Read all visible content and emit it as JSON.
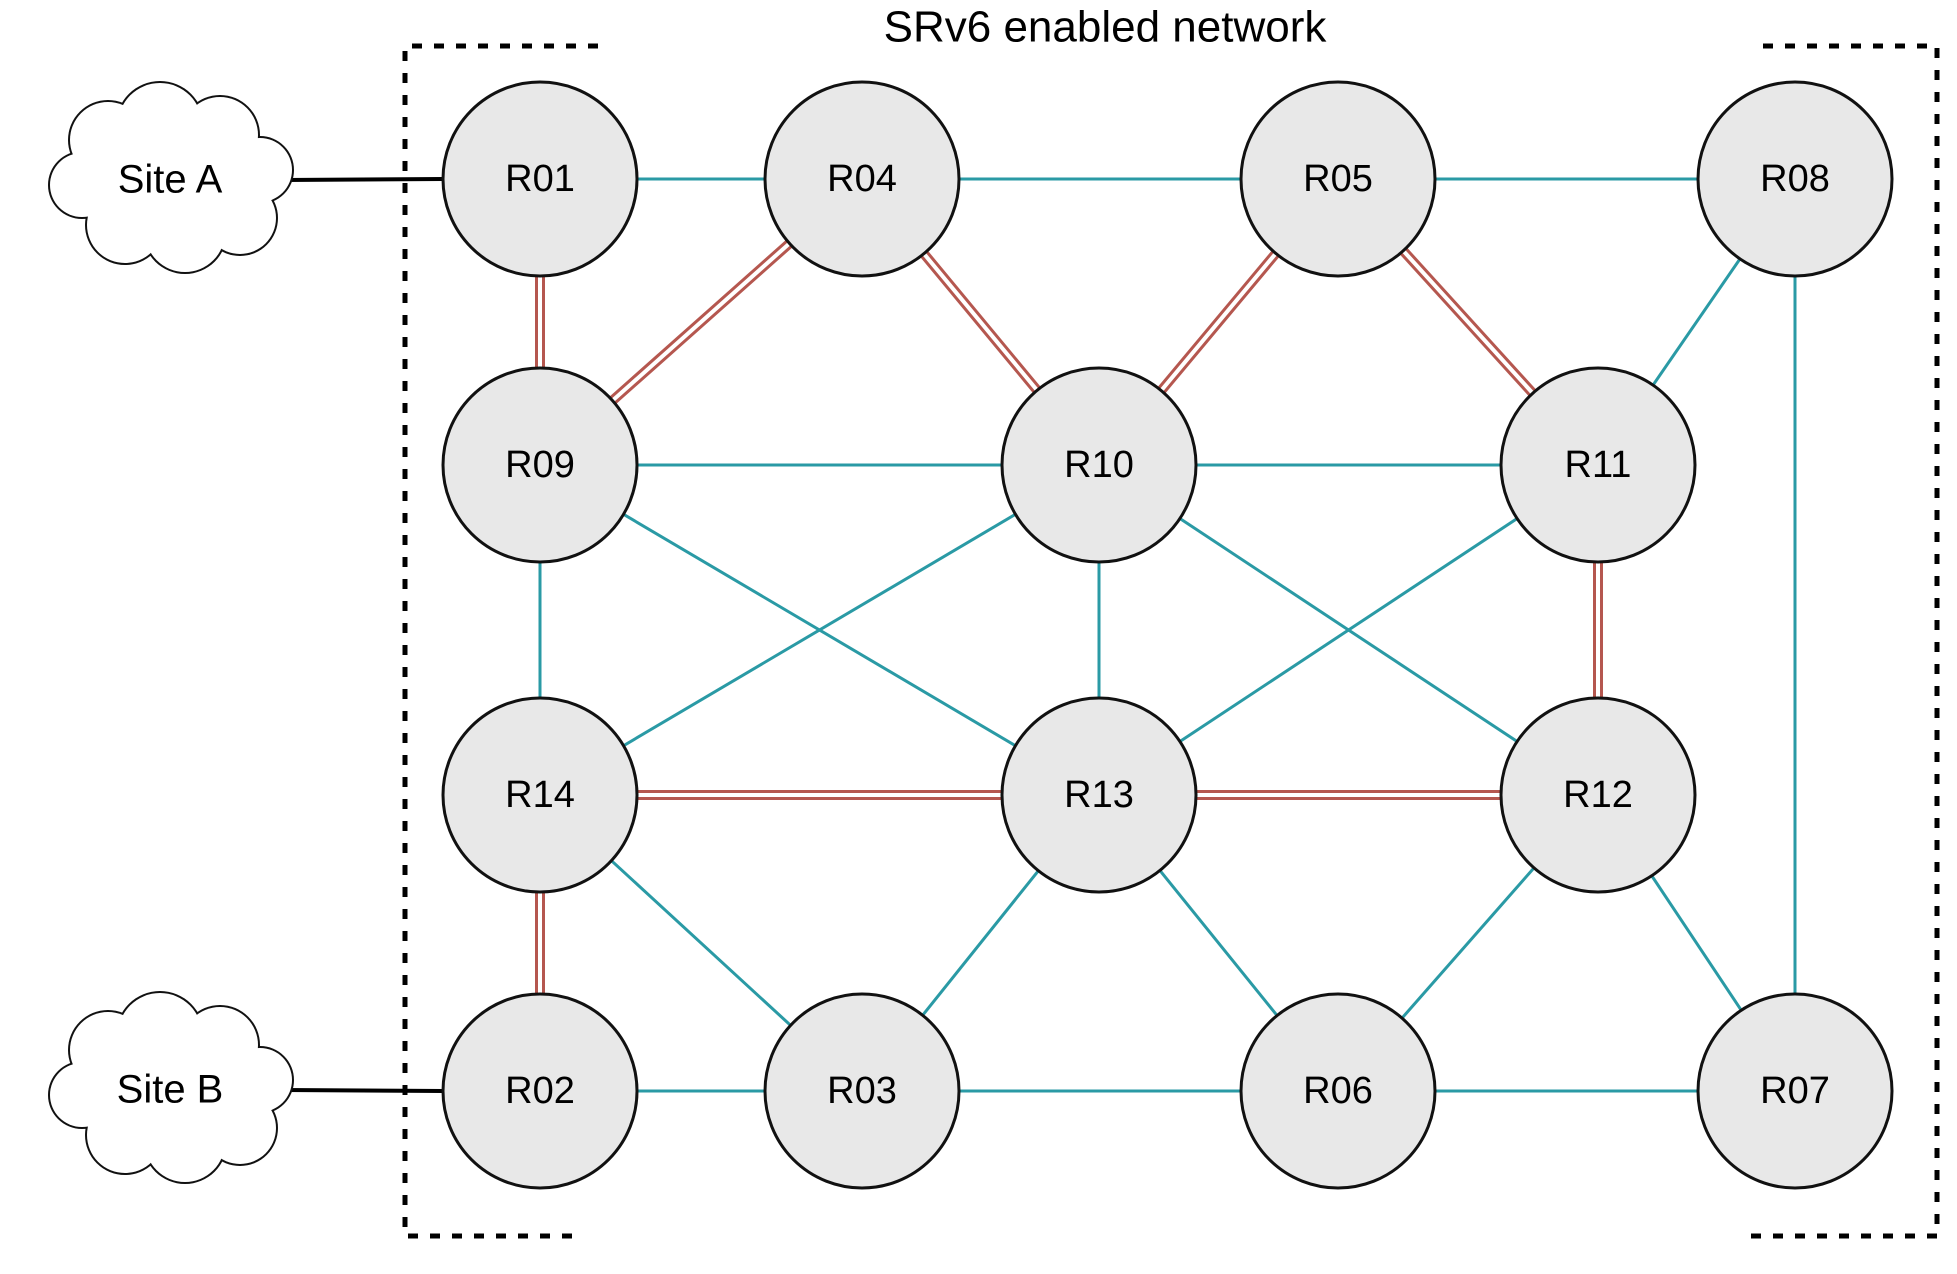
{
  "title": "SRv6 enabled network",
  "colors": {
    "link": "#2a9aa5",
    "preferred_link": "#b5574f",
    "node_fill": "#e8e8e8",
    "node_stroke": "#111111",
    "access_link": "#000000"
  },
  "sites": [
    {
      "id": "siteA",
      "label": "Site A"
    },
    {
      "id": "siteB",
      "label": "Site B"
    }
  ],
  "routers": [
    {
      "id": "R01",
      "label": "R01"
    },
    {
      "id": "R04",
      "label": "R04"
    },
    {
      "id": "R05",
      "label": "R05"
    },
    {
      "id": "R08",
      "label": "R08"
    },
    {
      "id": "R09",
      "label": "R09"
    },
    {
      "id": "R10",
      "label": "R10"
    },
    {
      "id": "R11",
      "label": "R11"
    },
    {
      "id": "R14",
      "label": "R14"
    },
    {
      "id": "R13",
      "label": "R13"
    },
    {
      "id": "R12",
      "label": "R12"
    },
    {
      "id": "R02",
      "label": "R02"
    },
    {
      "id": "R03",
      "label": "R03"
    },
    {
      "id": "R06",
      "label": "R06"
    },
    {
      "id": "R07",
      "label": "R07"
    }
  ],
  "access_links": [
    {
      "site": "siteA",
      "router": "R01"
    },
    {
      "site": "siteB",
      "router": "R02"
    }
  ],
  "links": [
    {
      "a": "R01",
      "b": "R04",
      "style": "teal"
    },
    {
      "a": "R04",
      "b": "R05",
      "style": "teal"
    },
    {
      "a": "R05",
      "b": "R08",
      "style": "teal"
    },
    {
      "a": "R01",
      "b": "R09",
      "style": "red-double"
    },
    {
      "a": "R04",
      "b": "R09",
      "style": "red-double"
    },
    {
      "a": "R04",
      "b": "R10",
      "style": "red-double"
    },
    {
      "a": "R05",
      "b": "R10",
      "style": "red-double"
    },
    {
      "a": "R05",
      "b": "R11",
      "style": "red-double"
    },
    {
      "a": "R08",
      "b": "R11",
      "style": "teal"
    },
    {
      "a": "R08",
      "b": "R07",
      "style": "teal"
    },
    {
      "a": "R09",
      "b": "R10",
      "style": "teal"
    },
    {
      "a": "R10",
      "b": "R11",
      "style": "teal"
    },
    {
      "a": "R09",
      "b": "R14",
      "style": "teal"
    },
    {
      "a": "R09",
      "b": "R13",
      "style": "teal"
    },
    {
      "a": "R10",
      "b": "R14",
      "style": "teal"
    },
    {
      "a": "R10",
      "b": "R13",
      "style": "teal"
    },
    {
      "a": "R10",
      "b": "R12",
      "style": "teal"
    },
    {
      "a": "R11",
      "b": "R13",
      "style": "teal"
    },
    {
      "a": "R11",
      "b": "R12",
      "style": "red-double"
    },
    {
      "a": "R14",
      "b": "R13",
      "style": "red-double"
    },
    {
      "a": "R13",
      "b": "R12",
      "style": "red-double"
    },
    {
      "a": "R14",
      "b": "R02",
      "style": "red-double"
    },
    {
      "a": "R14",
      "b": "R03",
      "style": "teal"
    },
    {
      "a": "R13",
      "b": "R03",
      "style": "teal"
    },
    {
      "a": "R13",
      "b": "R06",
      "style": "teal"
    },
    {
      "a": "R12",
      "b": "R06",
      "style": "teal"
    },
    {
      "a": "R12",
      "b": "R07",
      "style": "teal"
    },
    {
      "a": "R02",
      "b": "R03",
      "style": "teal"
    },
    {
      "a": "R03",
      "b": "R06",
      "style": "teal"
    },
    {
      "a": "R06",
      "b": "R07",
      "style": "teal"
    }
  ]
}
